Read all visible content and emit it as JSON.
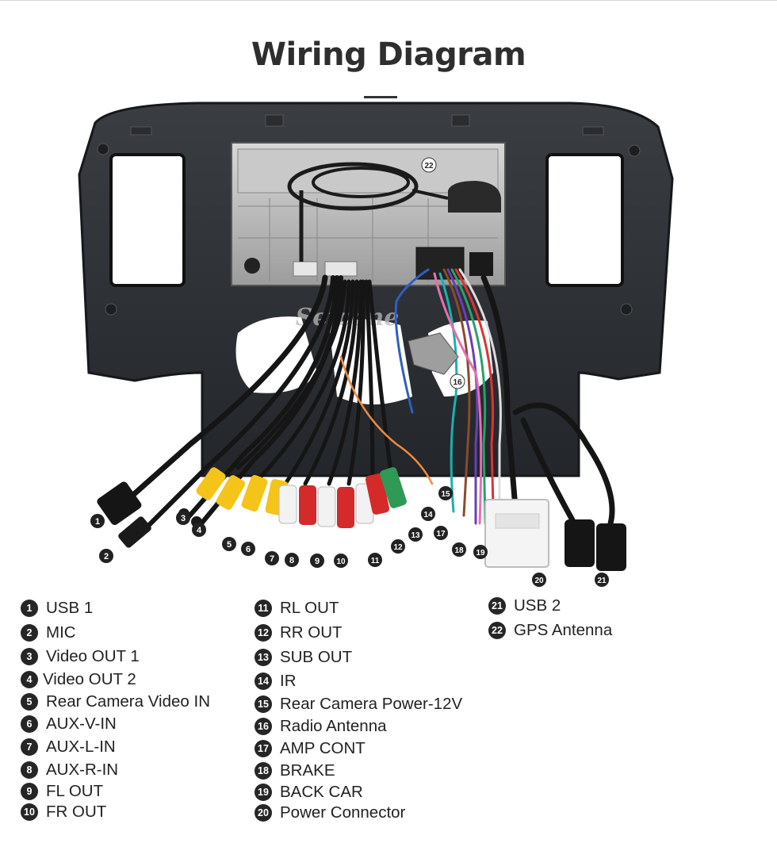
{
  "title": "Wiring Diagram",
  "watermark": "Seicane",
  "legend": [
    {
      "num": "1",
      "label": "USB 1"
    },
    {
      "num": "2",
      "label": "MIC"
    },
    {
      "num": "3",
      "label": "Video OUT 1"
    },
    {
      "num": "4",
      "label": "Video OUT 2"
    },
    {
      "num": "5",
      "label": "Rear Camera Video IN"
    },
    {
      "num": "6",
      "label": "AUX-V-IN"
    },
    {
      "num": "7",
      "label": "AUX-L-IN"
    },
    {
      "num": "8",
      "label": "AUX-R-IN"
    },
    {
      "num": "9",
      "label": "FL OUT"
    },
    {
      "num": "10",
      "label": "FR OUT"
    },
    {
      "num": "11",
      "label": "RL OUT"
    },
    {
      "num": "12",
      "label": "RR OUT"
    },
    {
      "num": "13",
      "label": "SUB OUT"
    },
    {
      "num": "14",
      "label": "IR"
    },
    {
      "num": "15",
      "label": "Rear Camera Power-12V"
    },
    {
      "num": "16",
      "label": "Radio Antenna"
    },
    {
      "num": "17",
      "label": "AMP CONT"
    },
    {
      "num": "18",
      "label": "BRAKE"
    },
    {
      "num": "19",
      "label": "BACK CAR"
    },
    {
      "num": "20",
      "label": "Power Connector"
    },
    {
      "num": "21",
      "label": "USB 2"
    },
    {
      "num": "22",
      "label": "GPS Antenna"
    }
  ]
}
